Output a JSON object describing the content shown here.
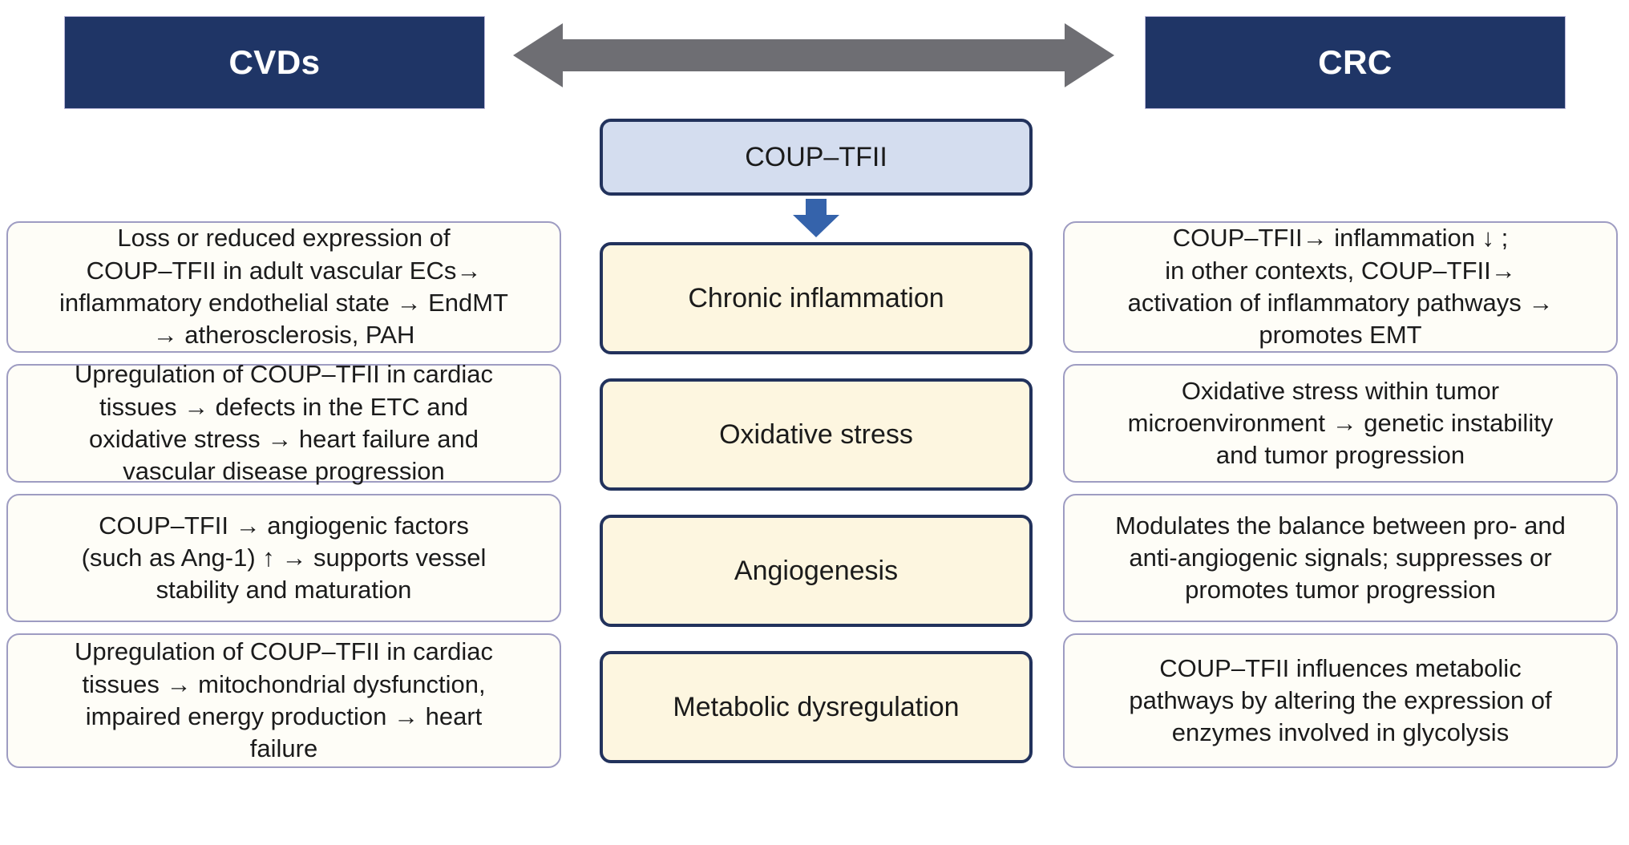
{
  "diagram": {
    "title": "COUP-TFII shared mechanisms linking CVDs and CRC",
    "colors": {
      "header_fill": "#1f3566",
      "header_text": "#ffffff",
      "center_regulator_fill": "#d4ddef",
      "center_mechanism_fill": "#fdf6e0",
      "center_border": "#22325c",
      "side_box_fill": "#fefdf7",
      "side_box_border": "#9e9cc2",
      "bidirectional_arrow": "#6e6e73",
      "down_arrow": "#3563ab"
    },
    "headers": {
      "left": "CVDs",
      "right": "CRC"
    },
    "connector": {
      "bidirectional_arrow_name": "double-headed-arrow",
      "down_arrow_name": "down-arrow"
    },
    "center": {
      "regulator": "COUP–TFII",
      "mechanisms": [
        "Chronic inflammation",
        "Oxidative stress",
        "Angiogenesis",
        "Metabolic dysregulation"
      ]
    },
    "left_column": [
      "Loss or reduced expression of\nCOUP–TFII in adult vascular ECs→\ninflammatory endothelial state → EndMT\n→ atherosclerosis, PAH",
      "Upregulation of COUP–TFII in cardiac\ntissues → defects in the ETC and\noxidative stress → heart failure and\nvascular disease progression",
      "COUP–TFII → angiogenic factors\n(such as Ang-1) ↑ → supports vessel\nstability and maturation",
      "Upregulation of COUP–TFII in cardiac\ntissues →  mitochondrial dysfunction,\nimpaired energy production → heart\nfailure"
    ],
    "right_column": [
      "COUP–TFII→ inflammation ↓ ;\nin other contexts, COUP–TFII→\nactivation of inflammatory pathways →\npromotes EMT",
      "Oxidative stress within tumor\nmicroenvironment → genetic instability\nand tumor progression",
      "Modulates the balance between pro- and\nanti-angiogenic signals; suppresses or\npromotes tumor progression",
      "COUP–TFII influences metabolic\npathways by altering the expression of\nenzymes involved in glycolysis"
    ]
  }
}
